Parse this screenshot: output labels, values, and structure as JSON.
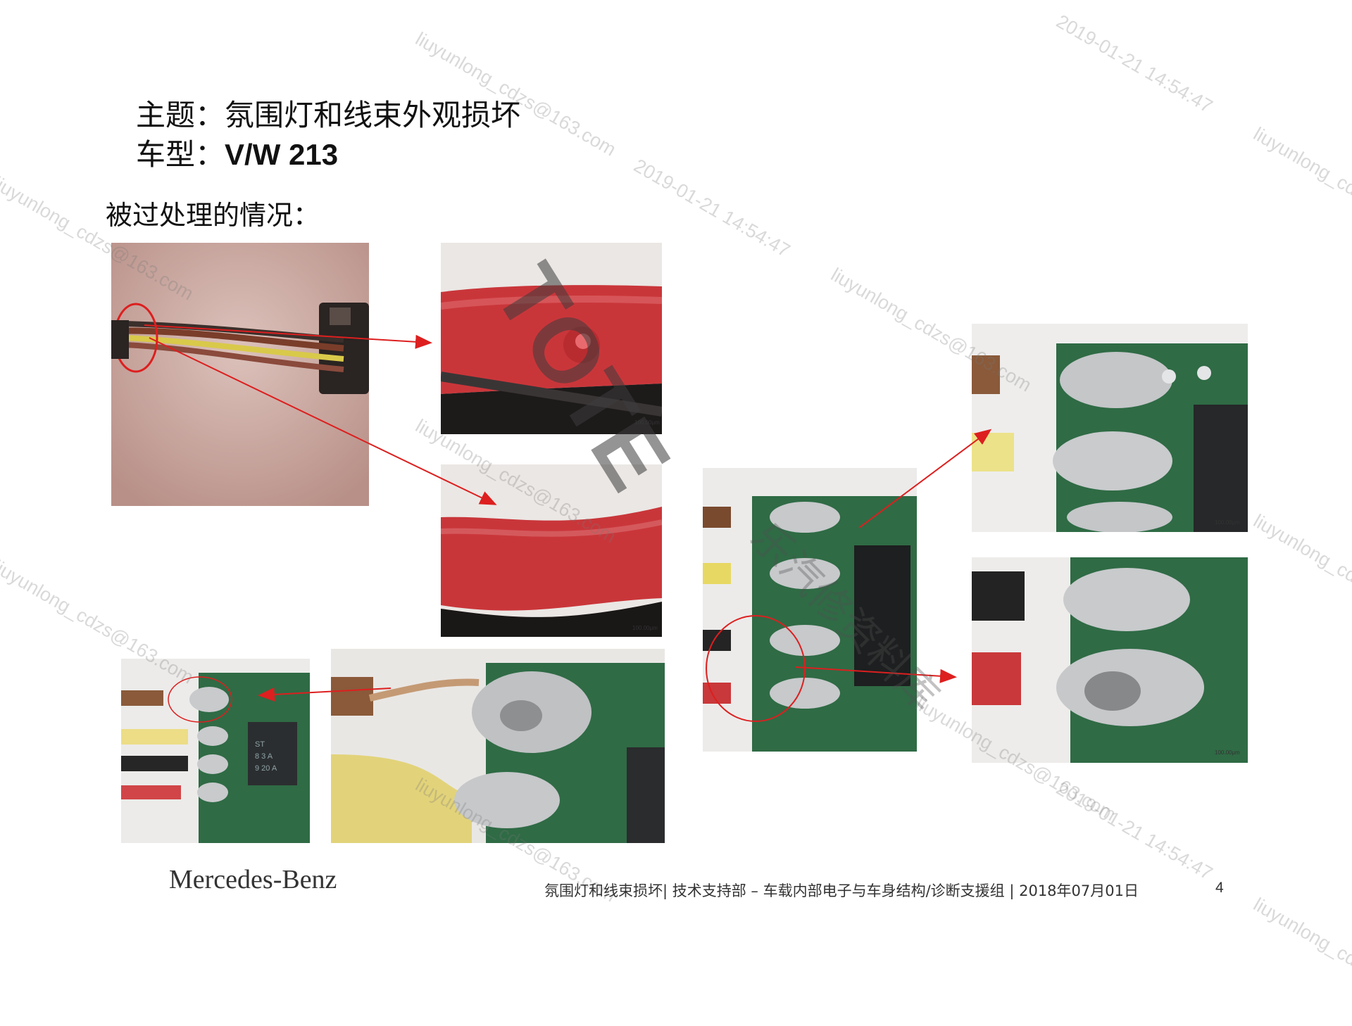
{
  "slide": {
    "topic_label": "主题：",
    "topic_text": "氛围灯和线束外观损坏",
    "model_label": "车型：",
    "model_text": "V/W 213",
    "subheading": "被过处理的情况："
  },
  "footer": {
    "brand": "Mercedes-Benz",
    "text": "氛围灯和线束损坏| 技术支持部 – 车载内部电子与车身结构/诊断支援组 | 2018年07月01日",
    "page_number": "4"
  },
  "photos": {
    "scale_bar_label": "100.00μm",
    "chip_marking_1": "ST",
    "chip_marking_2": "8 3 A",
    "chip_marking_3": "9 20 A"
  },
  "watermarks": {
    "email": "liuyunlong_cdzs@163.com",
    "timestamp": "2019-01-21 14:54:47",
    "brand_big": "TOTE",
    "brand_cn": "乐汽修资料库"
  },
  "colors": {
    "annotation_red": "#dd1f1f",
    "wire_red": "#c9363a",
    "pcb_green": "#2f6b45",
    "solder_silver": "#c8cacc"
  }
}
